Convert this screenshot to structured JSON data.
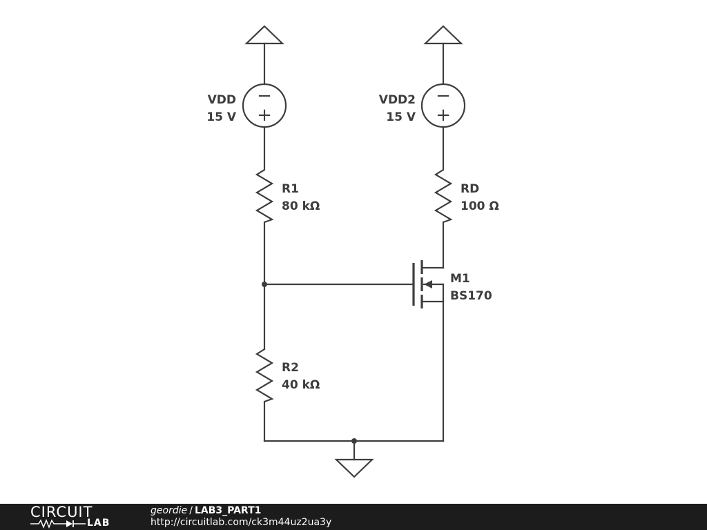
{
  "components": {
    "vdd": {
      "name": "VDD",
      "value": "15 V"
    },
    "vdd2": {
      "name": "VDD2",
      "value": "15 V"
    },
    "r1": {
      "name": "R1",
      "value": "80 kΩ"
    },
    "rd": {
      "name": "RD",
      "value": "100 Ω"
    },
    "m1": {
      "name": "M1",
      "value": "BS170"
    },
    "r2": {
      "name": "R2",
      "value": "40 kΩ"
    }
  },
  "source_symbols": {
    "minus": "−",
    "plus": "+"
  },
  "footer": {
    "logo_top": "CIRCUIT",
    "logo_bottom": "LAB",
    "author": "geordie",
    "separator": "/",
    "title": "LAB3_PART1",
    "url": "http://circuitlab.com/ck3m44uz2ua3y"
  },
  "colors": {
    "ink": "#3d3d3d",
    "footer_bg": "#1c1c1c",
    "footer_text": "#ffffff"
  }
}
